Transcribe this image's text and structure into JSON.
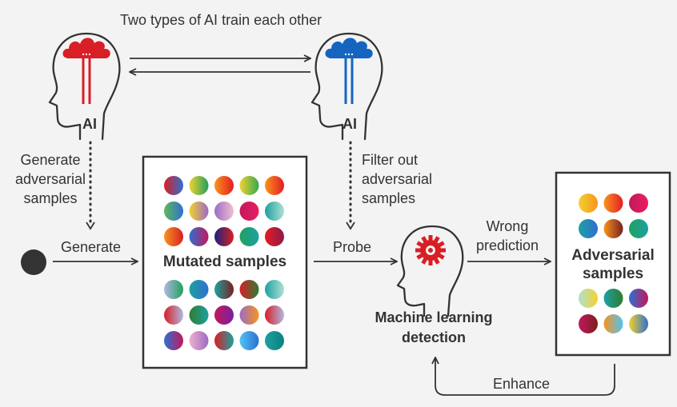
{
  "title": "Two types of AI train each other",
  "ai_left": {
    "label": "AI",
    "brain_color": "#d81f26"
  },
  "ai_right": {
    "label": "AI",
    "brain_color": "#1565c0"
  },
  "step_generate_adversarial": [
    "Generate",
    "adversarial",
    "samples"
  ],
  "step_filter_out": [
    "Filter out",
    "adversarial",
    "samples"
  ],
  "arrow_generate": "Generate",
  "arrow_probe": "Probe",
  "arrow_wrong_prediction": [
    "Wrong",
    "prediction"
  ],
  "arrow_enhance": "Enhance",
  "mutated_box_label": "Mutated samples",
  "adversarial_box_label": [
    "Adversarial",
    "samples"
  ],
  "detector_label": [
    "Machine learning",
    "detection"
  ],
  "colors": {
    "background": "#f3f3f3",
    "ink": "#333333",
    "gear": "#d81f26"
  },
  "mutated_samples": {
    "top_rows": [
      [
        [
          "#d81f26",
          "#2f6fd0"
        ],
        [
          "#f2d22e",
          "#20a060"
        ],
        [
          "#f7941d",
          "#e51c23"
        ],
        [
          "#f2d22e",
          "#34a853"
        ],
        [
          "#f7941d",
          "#e51c23"
        ]
      ],
      [
        [
          "#5fb85a",
          "#2f6fd0"
        ],
        [
          "#f2d22e",
          "#9c6bc4"
        ],
        [
          "#9c6bc4",
          "#f0c0d0"
        ],
        [
          "#c2185b",
          "#e91e63"
        ],
        [
          "#1da1a0",
          "#aee0d4"
        ]
      ],
      [
        [
          "#f7941d",
          "#d81f26"
        ],
        [
          "#2f6fd0",
          "#c2185b"
        ],
        [
          "#1a237e",
          "#d81f26"
        ],
        [
          "#20a060",
          "#1da1a0"
        ],
        [
          "#e51c23",
          "#8e1a4a"
        ]
      ]
    ],
    "bottom_rows": [
      [
        [
          "#b0b8e0",
          "#20a060"
        ],
        [
          "#1da1a0",
          "#2f6fd0"
        ],
        [
          "#1da1a0",
          "#7a1f1f"
        ],
        [
          "#d81f26",
          "#2e7d32"
        ],
        [
          "#1da1a0",
          "#aee0d4"
        ]
      ],
      [
        [
          "#d81f26",
          "#b0b8e0"
        ],
        [
          "#2e7d32",
          "#1da1a0"
        ],
        [
          "#c2185b",
          "#7b1fa2"
        ],
        [
          "#9c6bc4",
          "#f7941d"
        ],
        [
          "#d81f26",
          "#b0b8e0"
        ]
      ],
      [
        [
          "#2f6fd0",
          "#c2185b"
        ],
        [
          "#f0b0d0",
          "#9c6bc4"
        ],
        [
          "#d81f26",
          "#1da1a0"
        ],
        [
          "#4fc3f7",
          "#2f6fd0"
        ],
        [
          "#1da1a0",
          "#0b8080"
        ]
      ]
    ]
  },
  "adversarial_samples": {
    "top_rows": [
      [
        [
          "#f2d22e",
          "#f7941d"
        ],
        [
          "#f7941d",
          "#e51c23"
        ],
        [
          "#c2185b",
          "#e91e63"
        ]
      ],
      [
        [
          "#1da1a0",
          "#2f6fd0"
        ],
        [
          "#f7941d",
          "#7a1f1f"
        ],
        [
          "#20a060",
          "#1da1a0"
        ]
      ]
    ],
    "bottom_rows": [
      [
        [
          "#b0e0d0",
          "#f2d22e"
        ],
        [
          "#1da1a0",
          "#2e7d32"
        ],
        [
          "#2f6fd0",
          "#c2185b"
        ]
      ],
      [
        [
          "#c2185b",
          "#7a1f1f"
        ],
        [
          "#f7941d",
          "#4fc3f7"
        ],
        [
          "#f2d22e",
          "#2f6fd0"
        ]
      ]
    ]
  }
}
